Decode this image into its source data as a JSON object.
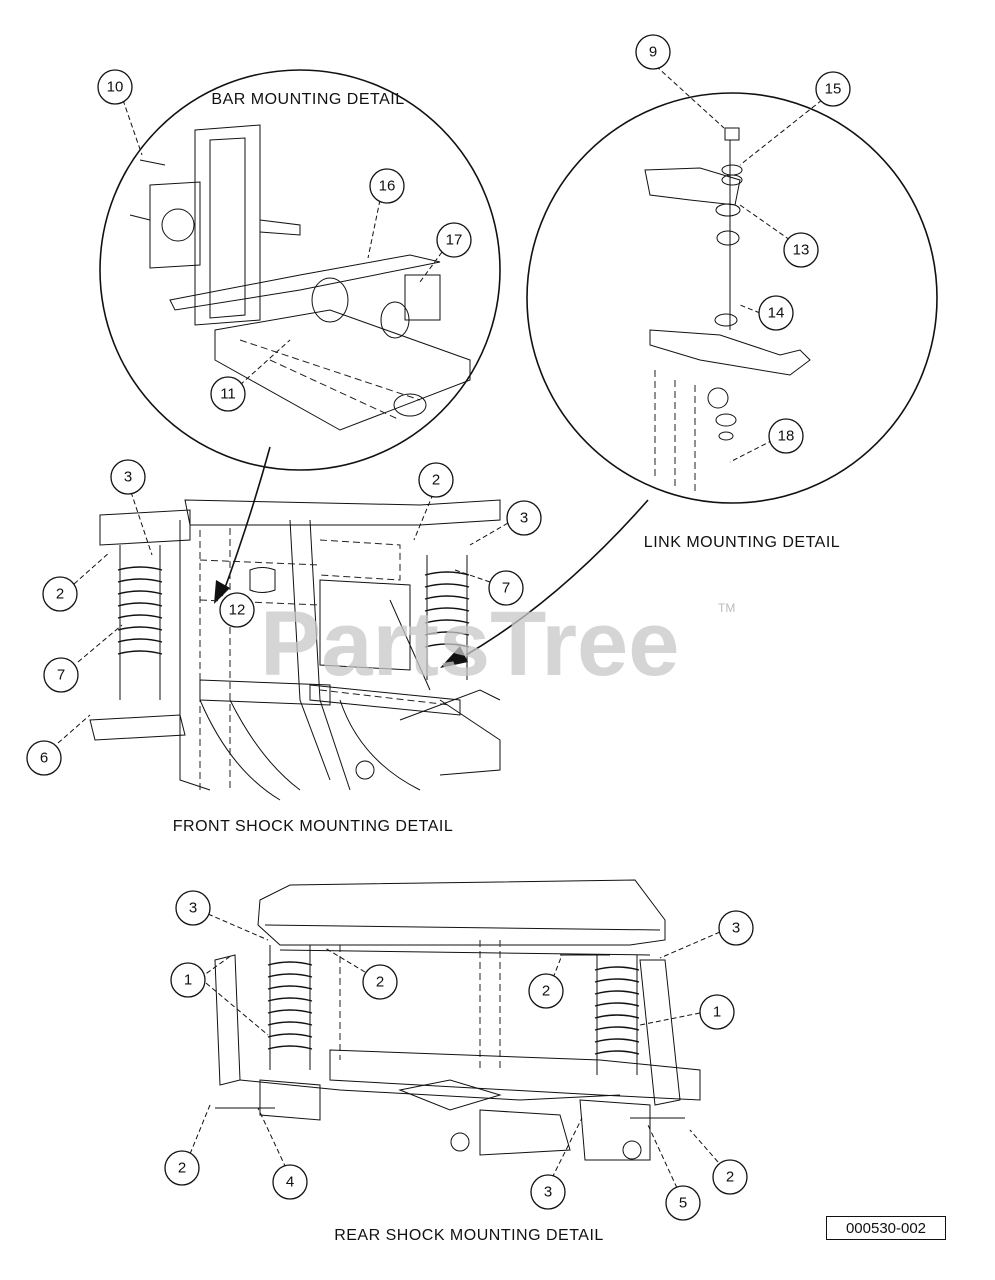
{
  "captions": {
    "bar_detail": "BAR MOUNTING DETAIL",
    "link_detail": "LINK MOUNTING DETAIL",
    "front_detail": "FRONT SHOCK MOUNTING DETAIL",
    "rear_detail": "REAR SHOCK MOUNTING DETAIL"
  },
  "watermark": {
    "text": "PartsTree",
    "trademark": "TM"
  },
  "reference_number": "000530-002",
  "callouts": {
    "bar": [
      "10",
      "16",
      "17",
      "11"
    ],
    "link": [
      "9",
      "15",
      "13",
      "14",
      "18"
    ],
    "front": [
      "3",
      "2",
      "2",
      "3",
      "7",
      "12",
      "7",
      "6"
    ],
    "rear": [
      "3",
      "1",
      "2",
      "2",
      "3",
      "1",
      "2",
      "4",
      "3",
      "5",
      "2"
    ]
  }
}
